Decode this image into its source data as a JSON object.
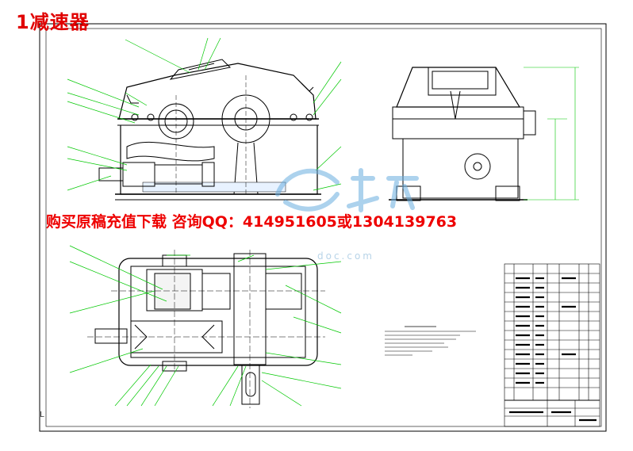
{
  "drawing": {
    "title": "1减速器",
    "purchase_banner": "购买原稿充值下载 咨询QQ：414951605或1304139763",
    "watermark_text": "doc.com",
    "corner_mark": "L"
  },
  "colors": {
    "title_red": "#e00000",
    "line_black": "#000000",
    "leader_green": "#00c800",
    "watermark_blue": "#6aaee0"
  },
  "views": [
    {
      "name": "front-view",
      "description_icon": "gearbox-elevation-icon"
    },
    {
      "name": "side-view",
      "description_icon": "gearbox-side-icon"
    },
    {
      "name": "plan-view",
      "description_icon": "gearbox-section-icon"
    }
  ]
}
